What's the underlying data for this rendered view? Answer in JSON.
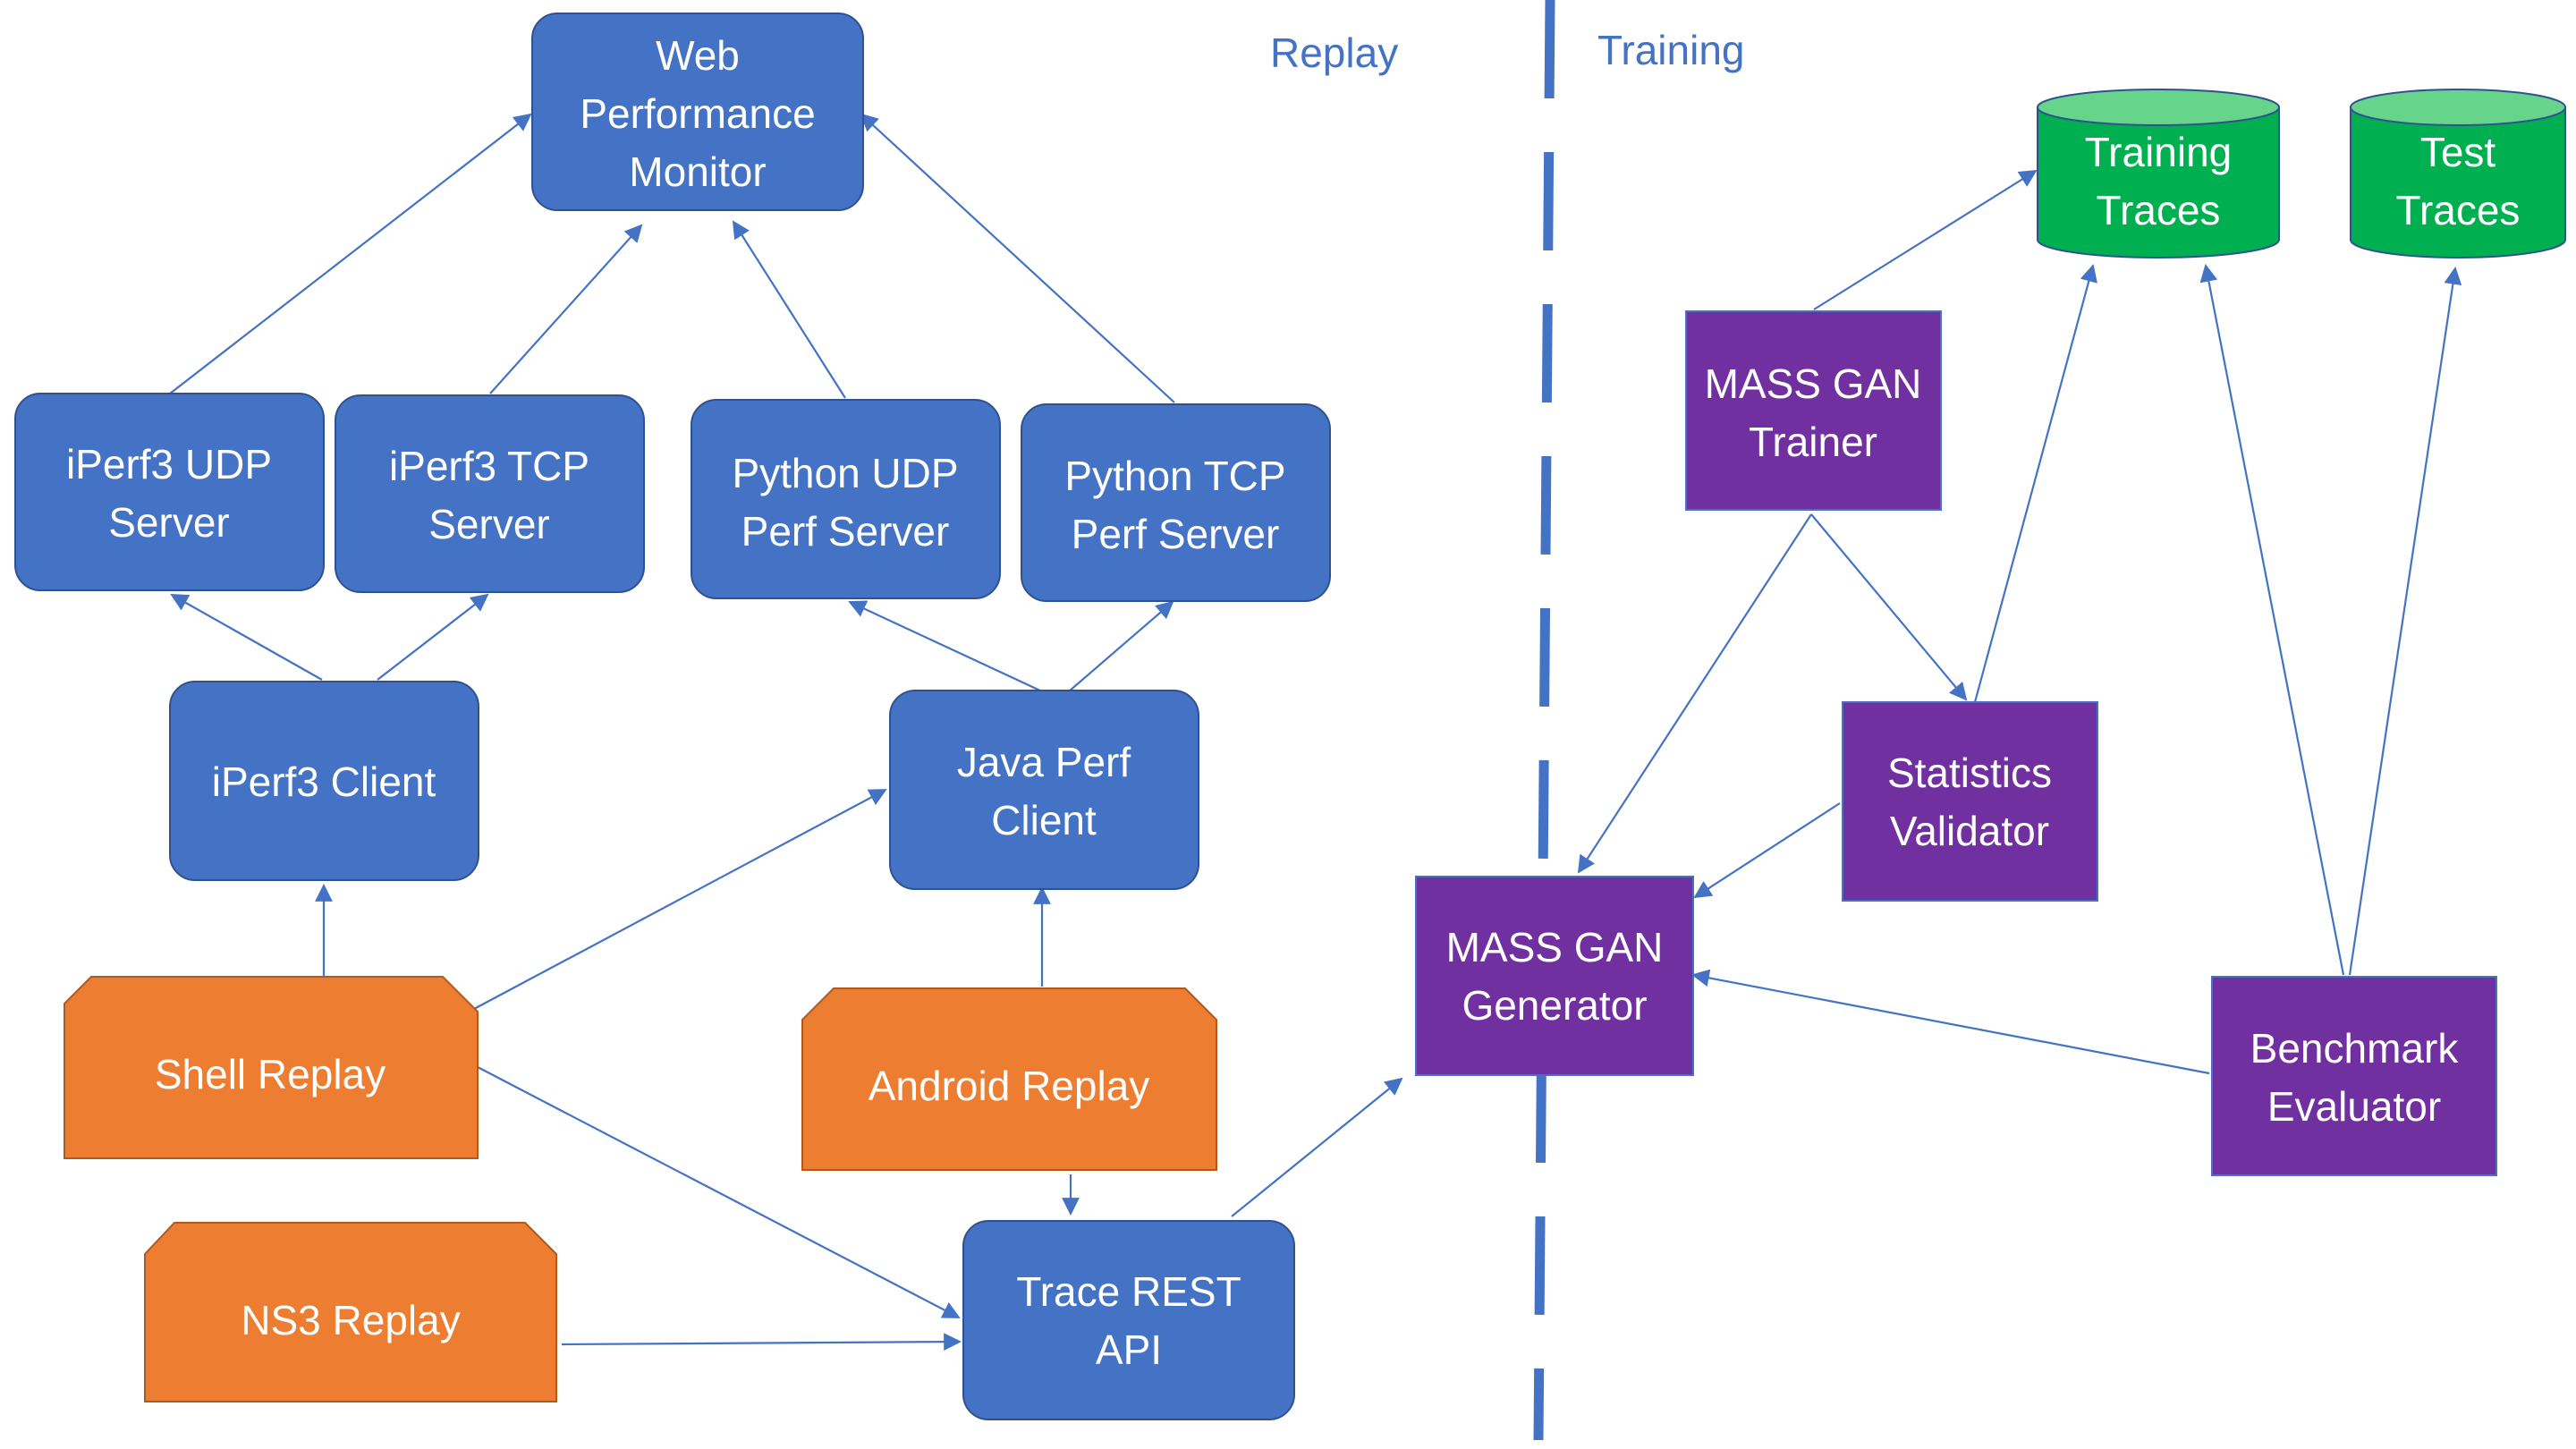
{
  "sections": {
    "replay": "Replay",
    "training": "Training"
  },
  "nodes": {
    "web_monitor": [
      "Web",
      "Performance",
      "Monitor"
    ],
    "iperf3_udp_server": [
      "iPerf3 UDP",
      "Server"
    ],
    "iperf3_tcp_server": [
      "iPerf3 TCP",
      "Server"
    ],
    "python_udp_server": [
      "Python UDP",
      "Perf Server"
    ],
    "python_tcp_server": [
      "Python TCP",
      "Perf Server"
    ],
    "iperf3_client": [
      "iPerf3 Client"
    ],
    "java_perf_client": [
      "Java Perf",
      "Client"
    ],
    "shell_replay": [
      "Shell Replay"
    ],
    "android_replay": [
      "Android Replay"
    ],
    "ns3_replay": [
      "NS3 Replay"
    ],
    "trace_rest_api": [
      "Trace REST",
      "API"
    ],
    "mass_gan_trainer": [
      "MASS GAN",
      "Trainer"
    ],
    "statistics_validator": [
      "Statistics",
      "Validator"
    ],
    "mass_gan_generator": [
      "MASS GAN",
      "Generator"
    ],
    "benchmark_evaluator": [
      "Benchmark",
      "Evaluator"
    ],
    "training_traces": [
      "Training",
      "Traces"
    ],
    "test_traces": [
      "Test",
      "Traces"
    ]
  },
  "colors": {
    "replay_service": "#4472C4",
    "replay_driver": "#ED7D31",
    "training_component": "#7030A0",
    "data_store": "#00B050",
    "connector": "#4472C4"
  },
  "edges": [
    [
      "iperf3_udp_server",
      "web_monitor"
    ],
    [
      "iperf3_tcp_server",
      "web_monitor"
    ],
    [
      "python_udp_server",
      "web_monitor"
    ],
    [
      "python_tcp_server",
      "web_monitor"
    ],
    [
      "iperf3_client",
      "iperf3_udp_server"
    ],
    [
      "iperf3_client",
      "iperf3_tcp_server"
    ],
    [
      "java_perf_client",
      "python_udp_server"
    ],
    [
      "java_perf_client",
      "python_tcp_server"
    ],
    [
      "shell_replay",
      "iperf3_client"
    ],
    [
      "shell_replay",
      "java_perf_client"
    ],
    [
      "shell_replay",
      "trace_rest_api"
    ],
    [
      "android_replay",
      "java_perf_client"
    ],
    [
      "android_replay",
      "trace_rest_api"
    ],
    [
      "ns3_replay",
      "trace_rest_api"
    ],
    [
      "trace_rest_api",
      "mass_gan_generator"
    ],
    [
      "mass_gan_trainer",
      "training_traces"
    ],
    [
      "mass_gan_trainer",
      "mass_gan_generator"
    ],
    [
      "mass_gan_trainer",
      "statistics_validator"
    ],
    [
      "statistics_validator",
      "training_traces"
    ],
    [
      "statistics_validator",
      "mass_gan_generator"
    ],
    [
      "benchmark_evaluator",
      "mass_gan_generator"
    ],
    [
      "benchmark_evaluator",
      "training_traces"
    ],
    [
      "benchmark_evaluator",
      "test_traces"
    ]
  ]
}
